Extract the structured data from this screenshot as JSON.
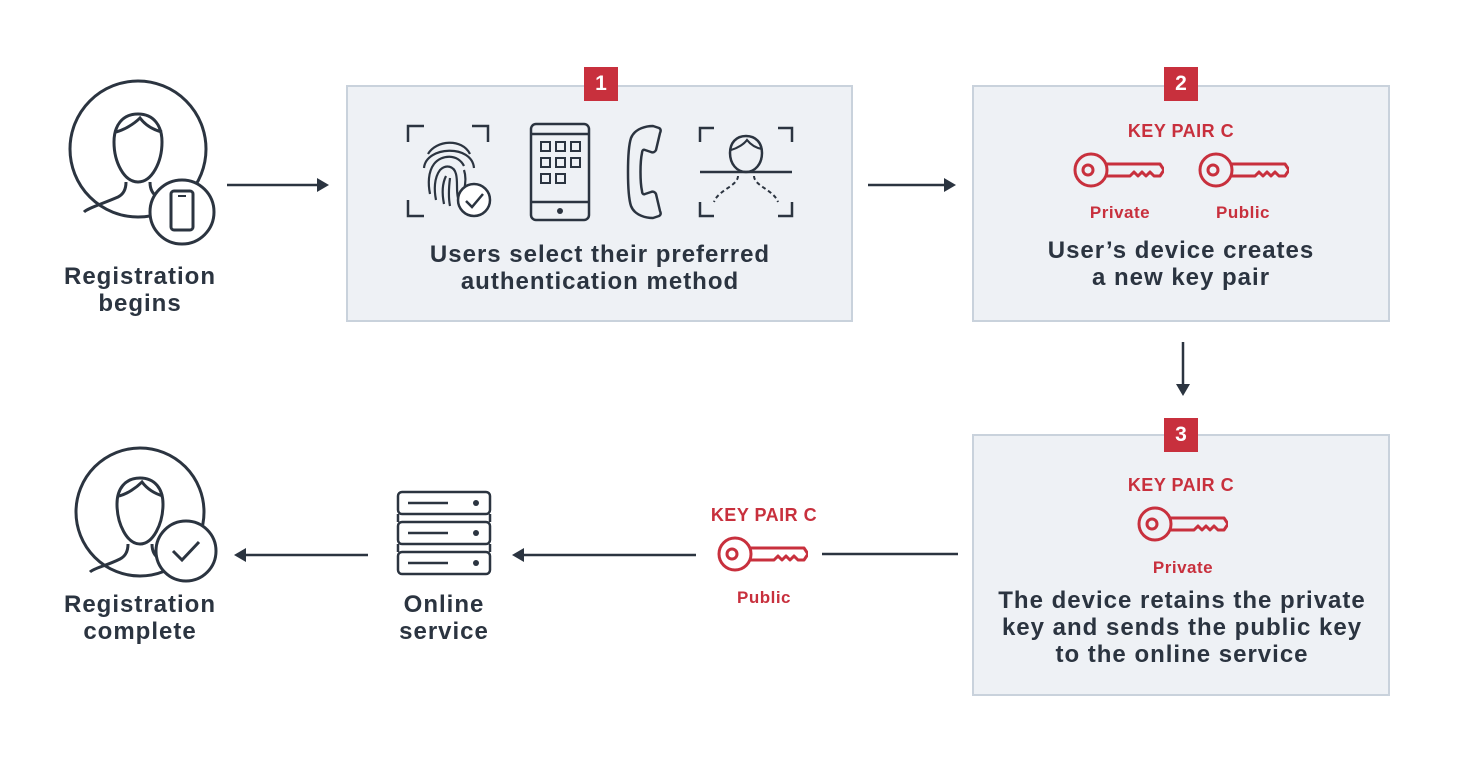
{
  "steps": {
    "start": {
      "label_line1": "Registration",
      "label_line2": "begins"
    },
    "step1": {
      "number": "1",
      "caption_line1": "Users select their preferred",
      "caption_line2": "authentication method"
    },
    "step2": {
      "number": "2",
      "key_pair_title": "KEY PAIR C",
      "private_label": "Private",
      "public_label": "Public",
      "caption_line1": "User’s device creates",
      "caption_line2": "a new key pair"
    },
    "step3": {
      "number": "3",
      "key_pair_title": "KEY PAIR C",
      "private_label": "Private",
      "caption_line1": "The device retains the private",
      "caption_line2": "key and sends the public key",
      "caption_line3": "to the online service"
    },
    "transfer": {
      "key_pair_title": "KEY PAIR C",
      "public_label": "Public"
    },
    "service": {
      "label_line1": "Online",
      "label_line2": "service"
    },
    "end": {
      "label_line1": "Registration",
      "label_line2": "complete"
    }
  },
  "icons": {
    "start_user": "user-with-phone-icon",
    "fingerprint": "fingerprint-icon",
    "smartphone": "smartphone-icon",
    "phone": "phone-icon",
    "face_scan": "face-scan-icon",
    "key": "key-icon",
    "server": "server-icon",
    "end_user": "user-check-icon"
  },
  "colors": {
    "accent_red": "#c8303d",
    "dark": "#2b3440",
    "box_fill": "#eef1f5",
    "box_border": "#c9d2dc"
  }
}
